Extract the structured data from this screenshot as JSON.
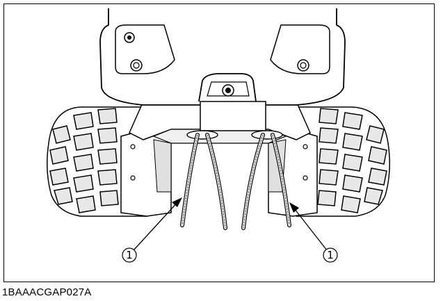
{
  "figure": {
    "code": "1BAAACGAP027A",
    "callouts": [
      {
        "label": "1",
        "name": "left-hose-callout"
      },
      {
        "label": "1",
        "name": "right-hose-callout"
      }
    ]
  },
  "colors": {
    "line": "#000000",
    "shade": "#e5e5e5",
    "background": "#ffffff"
  }
}
